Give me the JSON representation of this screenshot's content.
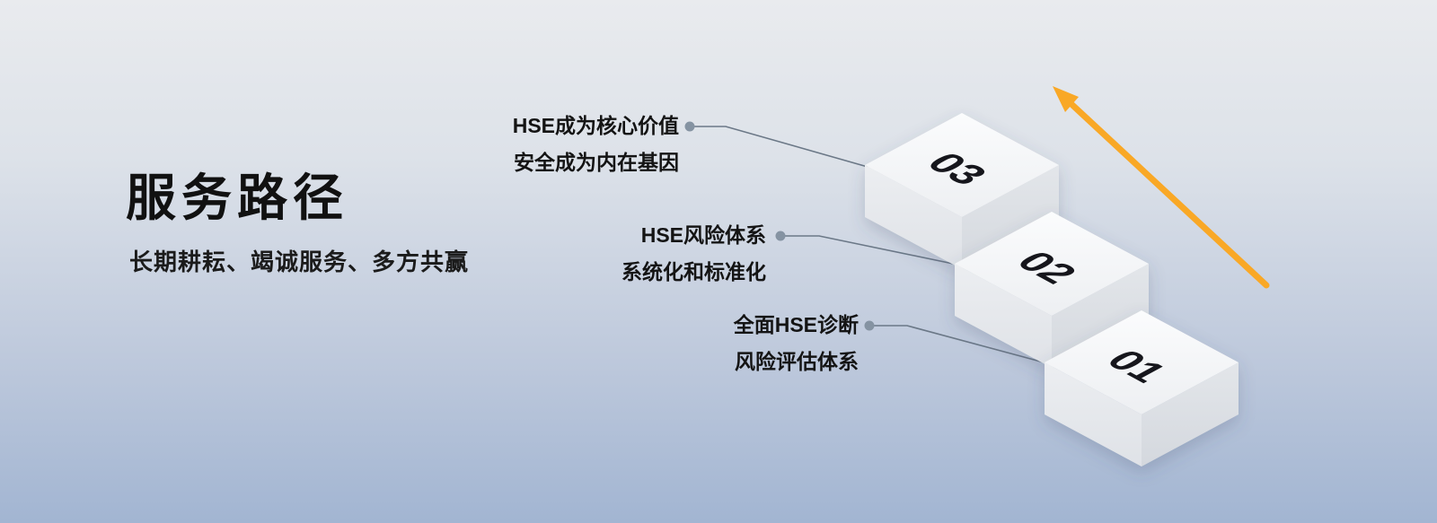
{
  "header": {
    "title": "服务路径",
    "subtitle": "长期耕耘、竭诚服务、多方共赢"
  },
  "steps": [
    {
      "number": "03",
      "label_line1": "HSE成为核心价值",
      "label_line2": "安全成为内在基因"
    },
    {
      "number": "02",
      "label_line1": "HSE风险体系",
      "label_line2": "系统化和标准化"
    },
    {
      "number": "01",
      "label_line1": "全面HSE诊断",
      "label_line2": "风险评估体系"
    }
  ],
  "icons": {
    "arrow": "upward-trend-arrow",
    "dot": "connector-dot"
  },
  "colors": {
    "arrow": "#F9A826",
    "connector": "#6B7887",
    "dot": "#8593A2",
    "step_top_face": "#F4F6F8",
    "step_side_face": "#DADDE3",
    "title_text": "#111111",
    "background_top": "#E9EBEE",
    "background_bottom": "#A2B5D2"
  }
}
